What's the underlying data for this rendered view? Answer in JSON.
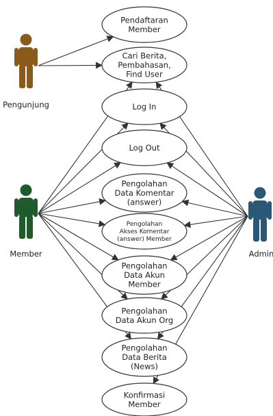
{
  "actors": [
    {
      "id": "pengunjung",
      "label": "Pengunjung",
      "icon": "person-icon",
      "color": "#8a5a1c"
    },
    {
      "id": "member",
      "label": "Member",
      "icon": "person-icon",
      "color": "#1f5a2c"
    },
    {
      "id": "admin",
      "label": "Admin",
      "icon": "person-icon",
      "color": "#2c5878"
    }
  ],
  "use_cases": [
    {
      "id": "pendaftaran",
      "lines": [
        "Pendaftaran",
        "Member"
      ]
    },
    {
      "id": "cari-berita",
      "lines": [
        "Cari Berita,",
        "Pembahasan,",
        "Find User"
      ]
    },
    {
      "id": "log-in",
      "lines": [
        "Log In"
      ]
    },
    {
      "id": "log-out",
      "lines": [
        "Log Out"
      ]
    },
    {
      "id": "pengolahan-komentar",
      "lines": [
        "Pengolahan",
        "Data Komentar",
        "(answer)"
      ]
    },
    {
      "id": "akses-komentar",
      "lines": [
        "Pengolahan",
        "Akses Komentar",
        "(answer) Member"
      ],
      "small": true
    },
    {
      "id": "data-akun-member",
      "lines": [
        "Pengolahan",
        "Data Akun",
        "Member"
      ]
    },
    {
      "id": "data-akun-org",
      "lines": [
        "Pengolahan",
        "Data Akun Org"
      ]
    },
    {
      "id": "data-berita",
      "lines": [
        "Pengolahan",
        "Data Berita",
        "(News)"
      ]
    },
    {
      "id": "konfirmasi-member",
      "lines": [
        "Konfirmasi",
        "Member"
      ]
    }
  ],
  "associations": [
    {
      "from": "pengunjung",
      "to": "pendaftaran"
    },
    {
      "from": "pengunjung",
      "to": "cari-berita"
    },
    {
      "from": "member",
      "to": "cari-berita"
    },
    {
      "from": "member",
      "to": "log-in"
    },
    {
      "from": "member",
      "to": "log-out"
    },
    {
      "from": "member",
      "to": "pengolahan-komentar"
    },
    {
      "from": "member",
      "to": "akses-komentar"
    },
    {
      "from": "member",
      "to": "data-akun-member"
    },
    {
      "from": "member",
      "to": "data-akun-org"
    },
    {
      "from": "member",
      "to": "data-berita"
    },
    {
      "from": "admin",
      "to": "cari-berita"
    },
    {
      "from": "admin",
      "to": "log-in"
    },
    {
      "from": "admin",
      "to": "log-out"
    },
    {
      "from": "admin",
      "to": "pengolahan-komentar"
    },
    {
      "from": "admin",
      "to": "akses-komentar"
    },
    {
      "from": "admin",
      "to": "data-akun-member"
    },
    {
      "from": "admin",
      "to": "data-akun-org"
    },
    {
      "from": "admin",
      "to": "data-berita"
    },
    {
      "from": "admin",
      "to": "konfirmasi-member"
    }
  ],
  "colors": {
    "line": "#333333",
    "ellipse_stroke": "#333333",
    "ellipse_fill": "#ffffff"
  }
}
